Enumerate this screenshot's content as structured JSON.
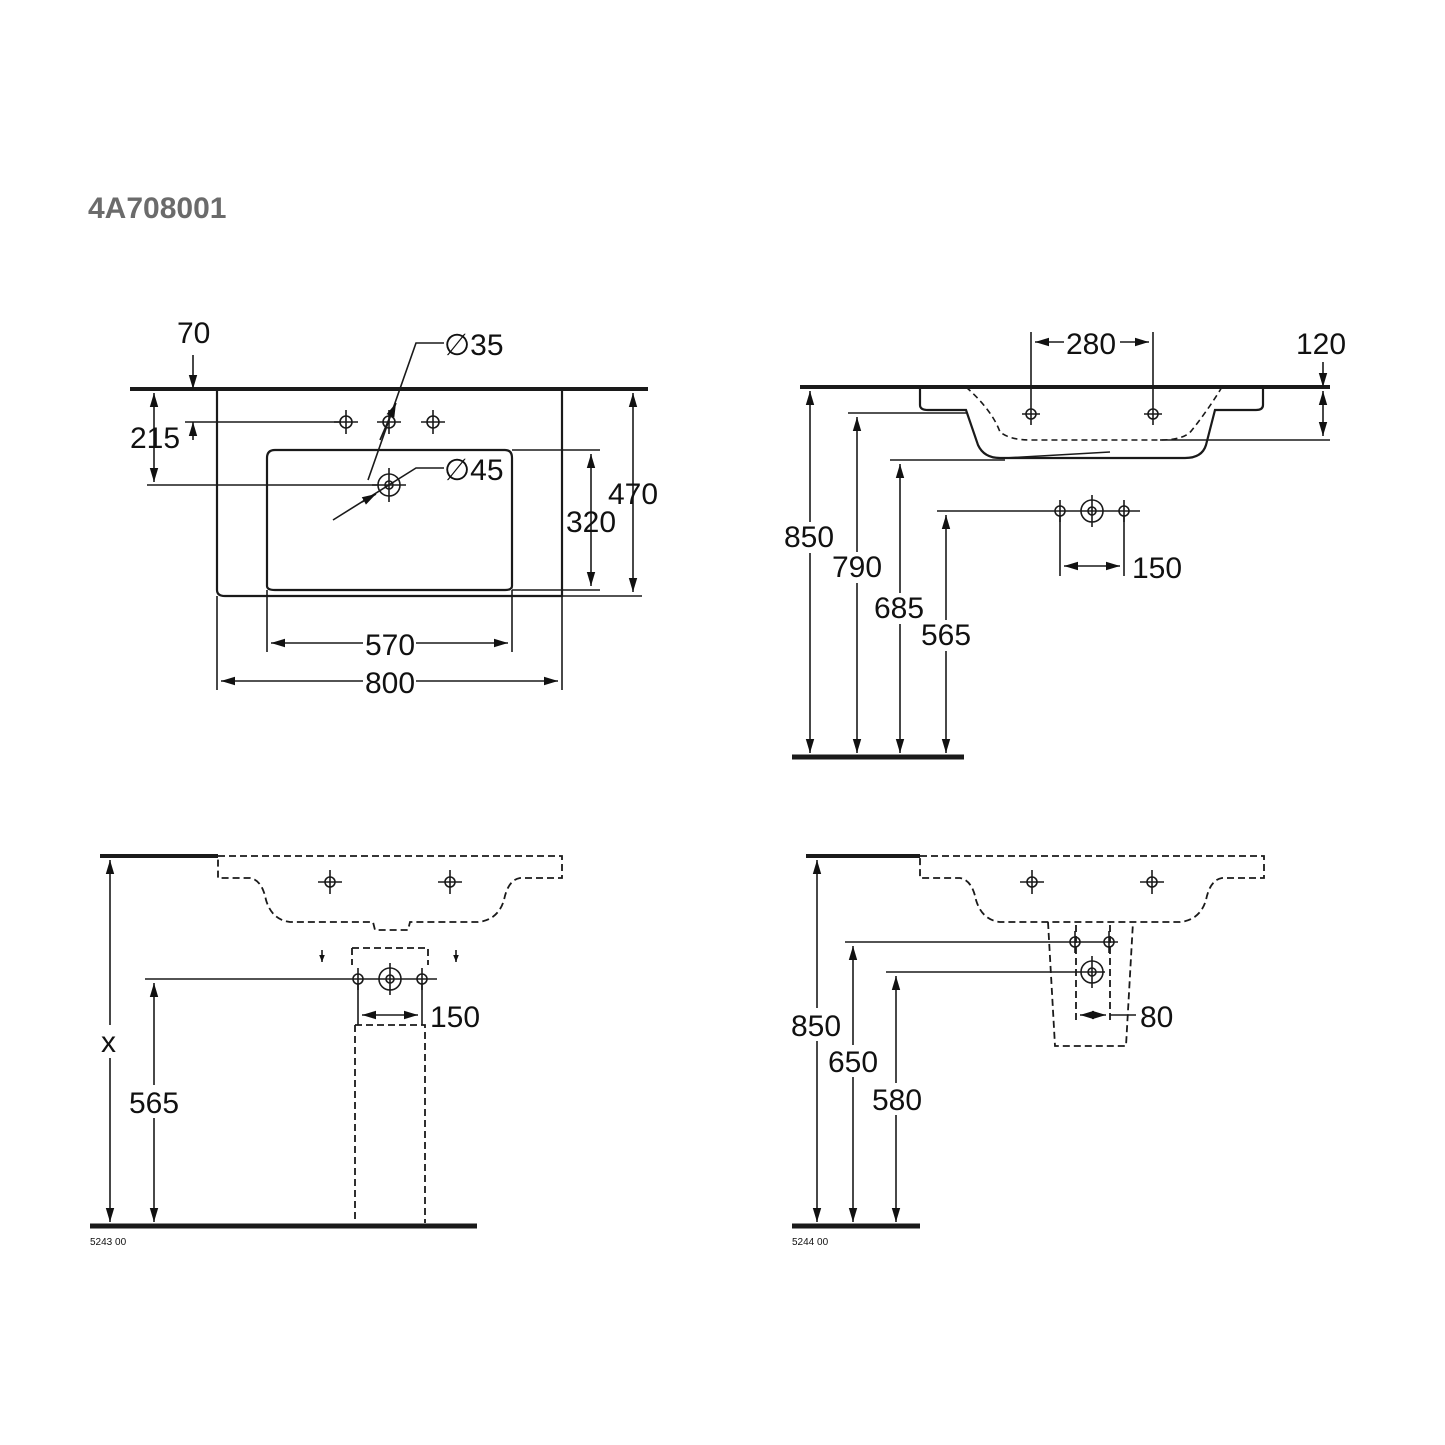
{
  "title": "4A708001",
  "top_view": {
    "d70": "70",
    "d215": "215",
    "dia35": "∅35",
    "dia45": "∅45",
    "d320": "320",
    "d470": "470",
    "d570": "570",
    "d800": "800"
  },
  "side_view": {
    "d280": "280",
    "d120": "120",
    "d850": "850",
    "d790": "790",
    "d685": "685",
    "d565": "565",
    "d150": "150"
  },
  "pedestal_view": {
    "dx": "x",
    "d565": "565",
    "d150": "150",
    "code": "5243 00"
  },
  "semi_pedestal_view": {
    "d850": "850",
    "d650": "650",
    "d580": "580",
    "d80": "80",
    "code": "5244 00"
  }
}
